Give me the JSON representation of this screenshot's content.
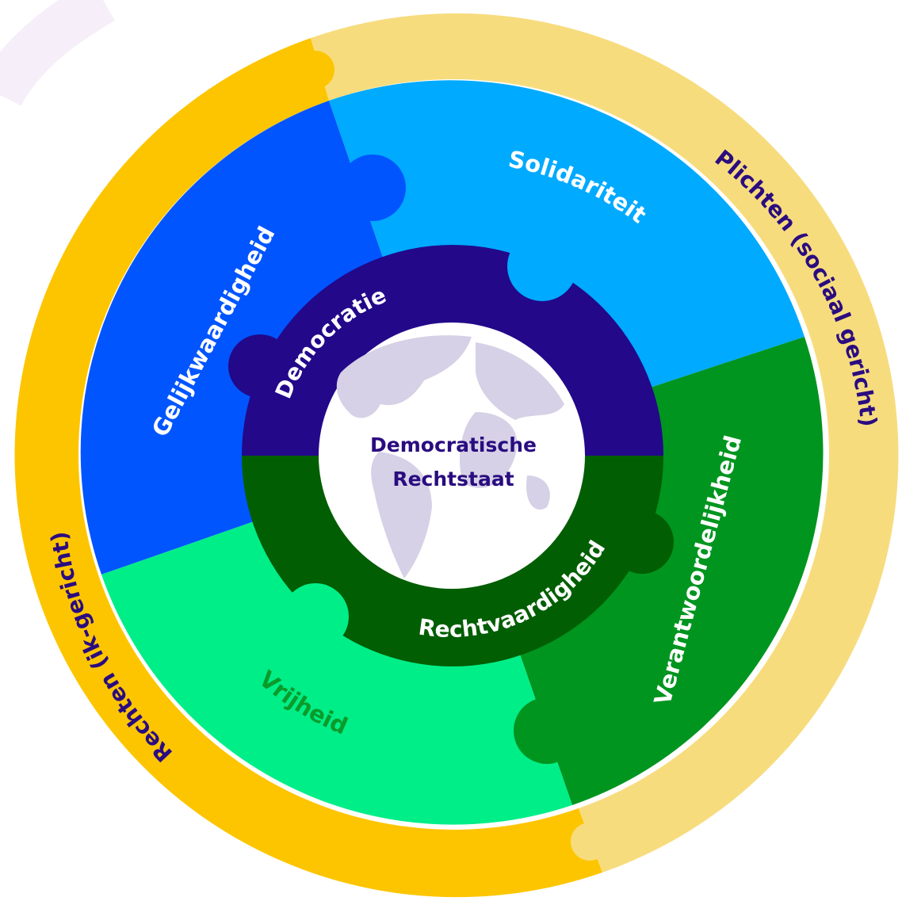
{
  "center": {
    "line1": "Democratische",
    "line2": "Rechtstaat"
  },
  "inner_ring": {
    "top_label": "Democratie",
    "bottom_label": "Rechtvaardigheid"
  },
  "puzzle": {
    "top_left": "Gelijkwaardigheid",
    "top_right": "Solidariteit",
    "bottom_right": "Verantwoordelijkheid",
    "bottom_left": "Vrijheid"
  },
  "outer_ring": {
    "left_label": "Rechten (ik-gericht)",
    "right_label": "Plichten (sociaal gericht)"
  },
  "colors": {
    "rights_ring": "#fdc500",
    "duties_ring": "#f7dc7e",
    "equality": "#0055ff",
    "solidarity": "#00aaff",
    "responsibility": "#00951f",
    "freedom": "#00ee88",
    "democracy": "#23088a",
    "justice": "#025e02",
    "globe_fill": "#ffffff",
    "continents": "#d6d1e6",
    "dark_text": "#2a0c80",
    "freedom_text": "#0b9b2a",
    "light_text": "#ffffff"
  }
}
